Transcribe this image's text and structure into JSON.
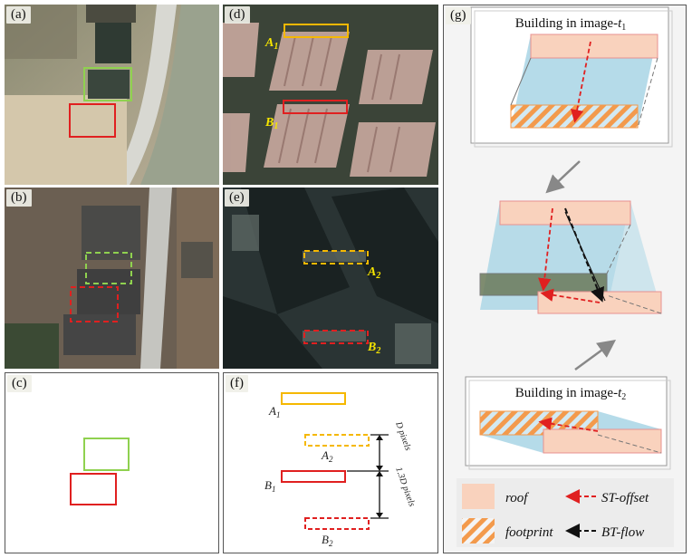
{
  "panels": {
    "a": "(a)",
    "b": "(b)",
    "c": "(c)",
    "d": "(d)",
    "e": "(e)",
    "f": "(f)",
    "g": "(g)"
  },
  "labels": {
    "A1": "A",
    "A1_sub": "1",
    "B1": "B",
    "B1_sub": "1",
    "A2": "A",
    "A2_sub": "2",
    "B2": "B",
    "B2_sub": "2",
    "d_pixels": "D pixels",
    "d13_pixels": "1.3D pixels"
  },
  "diagram": {
    "top_title": "Building in image-",
    "top_title_t": "t",
    "top_title_sub": "1",
    "bottom_title": "Building in image-",
    "bottom_title_t": "t",
    "bottom_title_sub": "2"
  },
  "legend": {
    "roof": "roof",
    "footprint": "footprint",
    "st_offset": "ST-offset",
    "bt_flow": "BT-flow"
  },
  "colors": {
    "roof": "#f9d2bd",
    "wall": "#a8d5e5",
    "footprint_stripe": "#f39a4c",
    "st_offset": "#e02020",
    "bt_flow": "#111111",
    "box_green": "#8fd14f",
    "box_red": "#e02020",
    "box_yellow": "#f5b800"
  }
}
